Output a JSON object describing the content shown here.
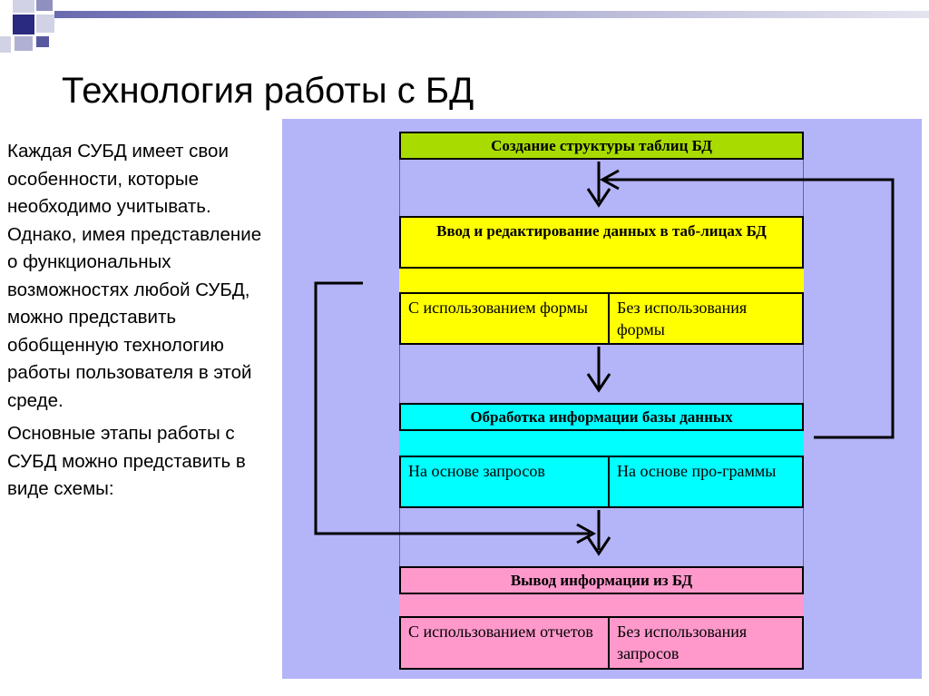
{
  "slide": {
    "title": "Технология работы с БД",
    "paragraphs": [
      "Каждая СУБД имеет свои особенности, которые необходимо учитывать. Однако, имея представление о функциональных возможностях любой СУБД, можно представить обобщенную технологию работы пользователя в этой среде.",
      "Основные этапы работы с СУБД можно представить в виде схемы:"
    ]
  },
  "diagram": {
    "colors": {
      "panel": "#b4b4f8",
      "stage1": "#a8dc00",
      "stage2": "#ffff00",
      "stage3": "#00ffff",
      "stage4": "#ff99cc"
    },
    "stages": [
      {
        "title": "Создание структуры таблиц БД"
      },
      {
        "title": "Ввод и редактирование данных в таб-лицах БД",
        "options": [
          "С использованием формы",
          "Без использования формы"
        ]
      },
      {
        "title": "Обработка информации базы данных",
        "options": [
          "На основе запросов",
          "На основе про-граммы"
        ]
      },
      {
        "title": "Вывод информации из БД",
        "options": [
          "С использованием отчетов",
          "Без использования запросов"
        ]
      }
    ]
  }
}
